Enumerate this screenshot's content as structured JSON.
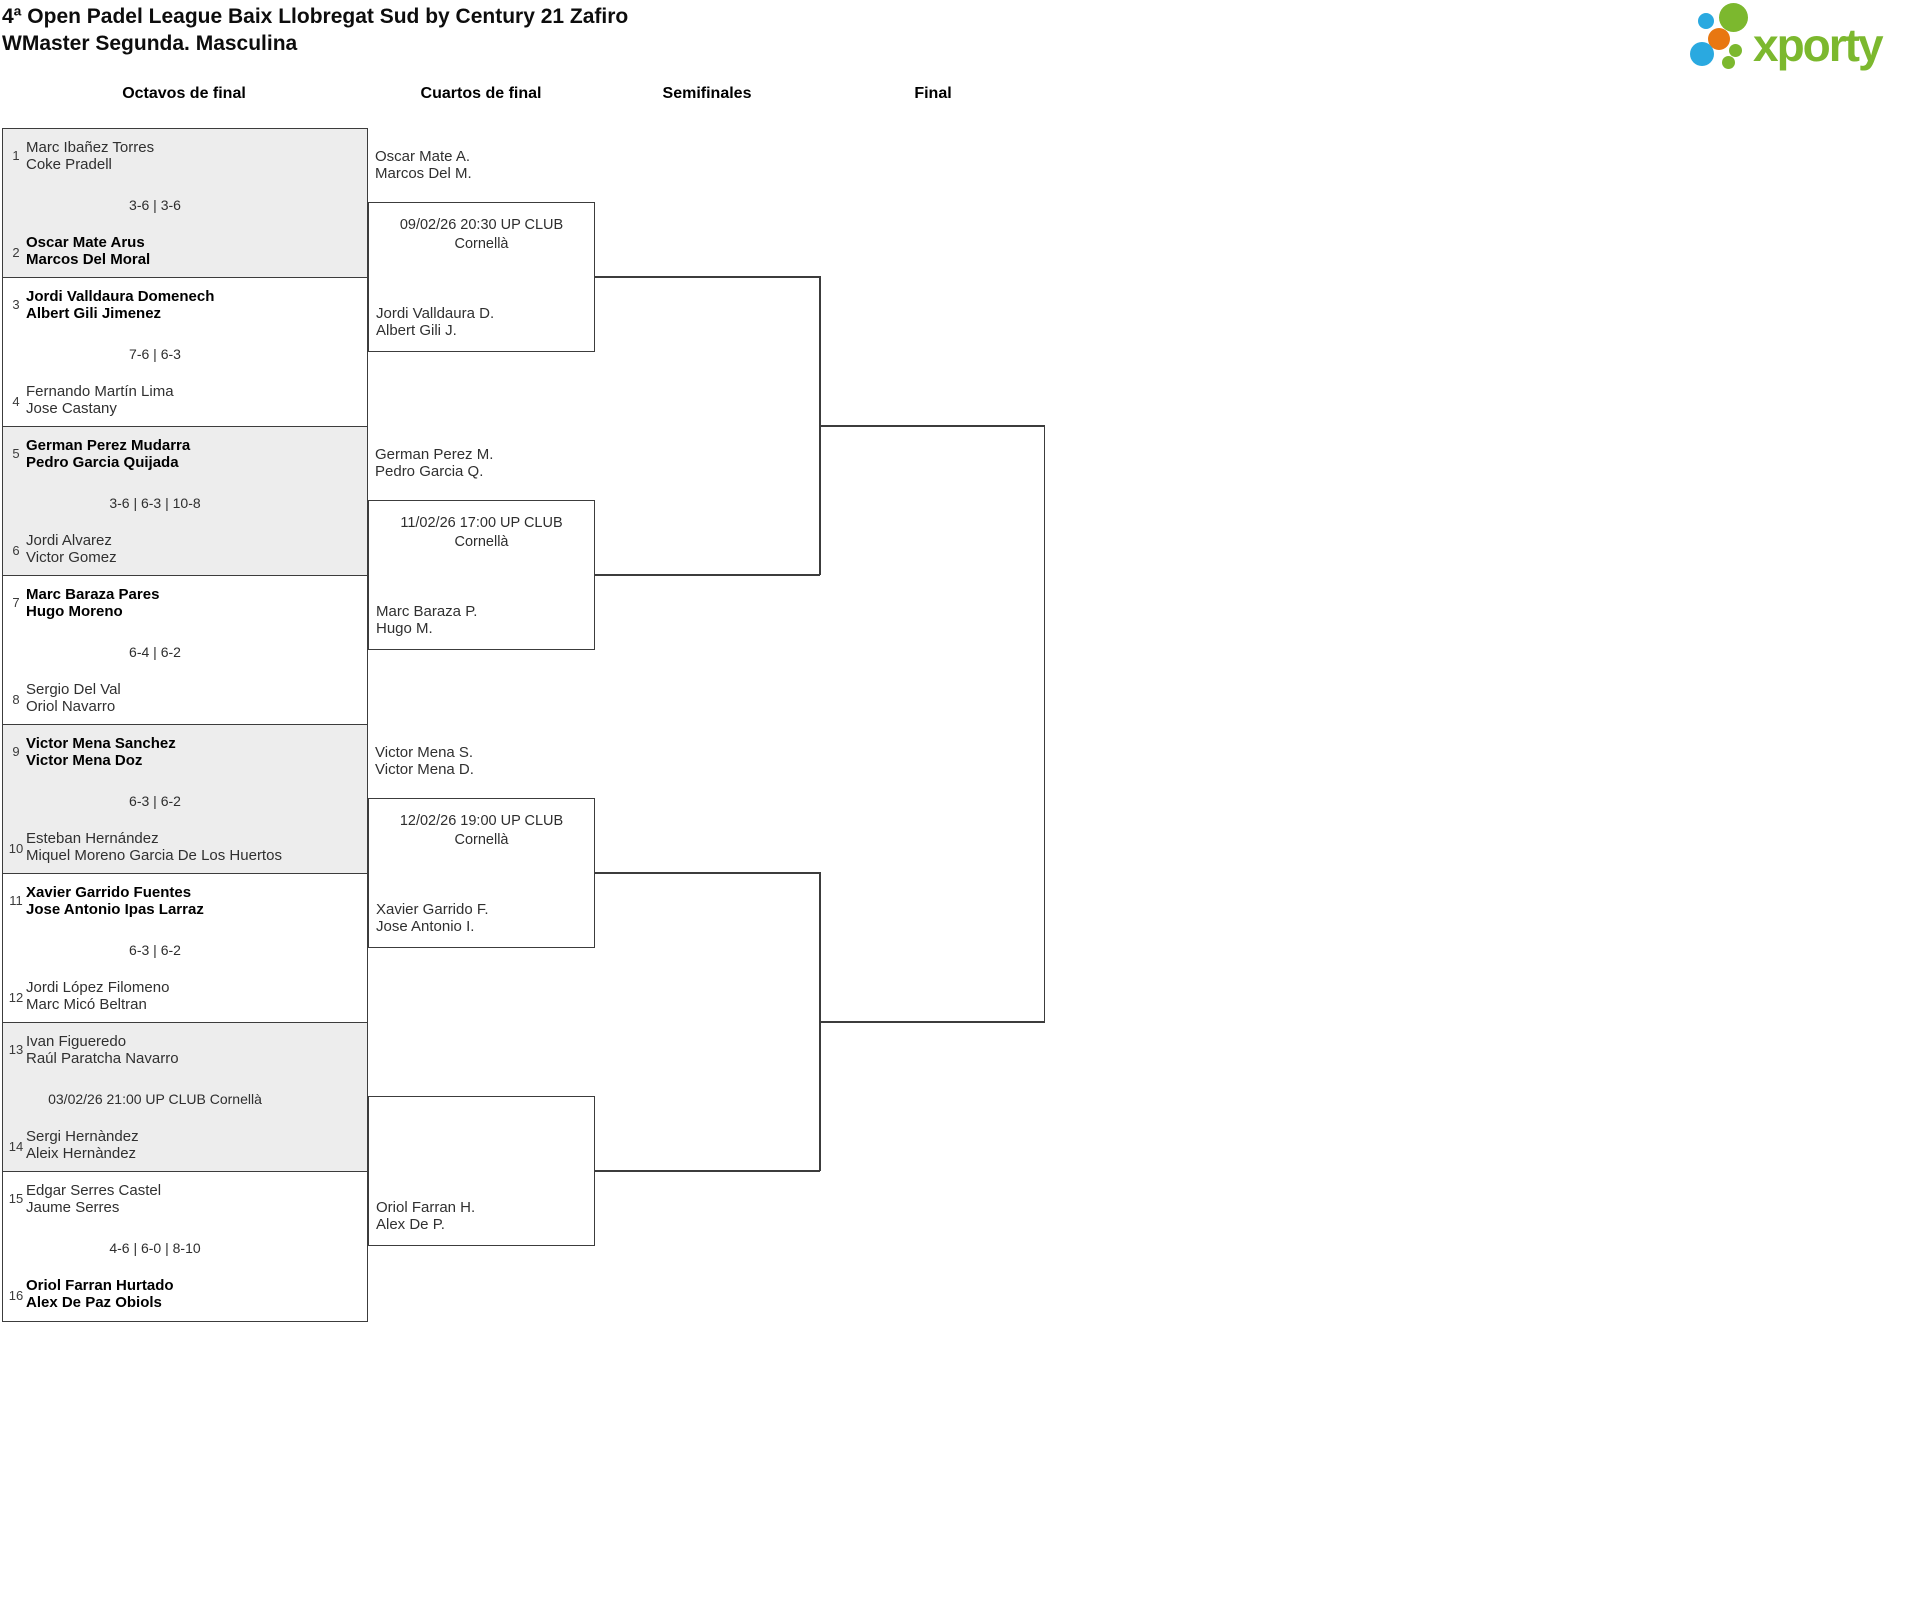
{
  "title": {
    "line1": "4ª Open Padel League Baix Llobregat Sud by Century 21 Zafiro",
    "line2": "WMaster Segunda. Masculina"
  },
  "logo": {
    "name": "xporty"
  },
  "colors": {
    "logo_green": "#7cb82e",
    "logo_blue": "#2aa9e0",
    "logo_orange": "#e87711",
    "line": "#3c3c3c",
    "shaded_row": "#ededed"
  },
  "round_headers": [
    {
      "label": "Octavos de final"
    },
    {
      "label": "Cuartos de final"
    },
    {
      "label": "Semifinales"
    },
    {
      "label": "Final"
    }
  ],
  "octavos": [
    {
      "seed_top": "1",
      "team_top": [
        "Marc Ibañez Torres",
        "Coke Pradell"
      ],
      "top_winner": false,
      "center_text": "3-6 | 3-6",
      "seed_bottom": "2",
      "team_bottom": [
        "Oscar Mate Arus",
        "Marcos Del Moral"
      ],
      "bottom_winner": true,
      "shaded": true
    },
    {
      "seed_top": "3",
      "team_top": [
        "Jordi Valldaura Domenech",
        "Albert Gili Jimenez"
      ],
      "top_winner": true,
      "center_text": "7-6 | 6-3",
      "seed_bottom": "4",
      "team_bottom": [
        "Fernando Martín Lima",
        "Jose Castany"
      ],
      "bottom_winner": false,
      "shaded": false
    },
    {
      "seed_top": "5",
      "team_top": [
        "German Perez Mudarra",
        "Pedro Garcia Quijada"
      ],
      "top_winner": true,
      "center_text": "3-6 | 6-3 | 10-8",
      "seed_bottom": "6",
      "team_bottom": [
        "Jordi Alvarez",
        "Victor Gomez"
      ],
      "bottom_winner": false,
      "shaded": true
    },
    {
      "seed_top": "7",
      "team_top": [
        "Marc Baraza Pares",
        "Hugo Moreno"
      ],
      "top_winner": true,
      "center_text": "6-4 | 6-2",
      "seed_bottom": "8",
      "team_bottom": [
        "Sergio Del Val",
        "Oriol Navarro"
      ],
      "bottom_winner": false,
      "shaded": false
    },
    {
      "seed_top": "9",
      "team_top": [
        "Victor Mena Sanchez",
        "Victor Mena Doz"
      ],
      "top_winner": true,
      "center_text": "6-3 | 6-2",
      "seed_bottom": "10",
      "team_bottom": [
        "Esteban Hernández",
        "Miquel Moreno Garcia De Los Huertos"
      ],
      "bottom_winner": false,
      "shaded": true
    },
    {
      "seed_top": "11",
      "team_top": [
        "Xavier Garrido Fuentes",
        "Jose Antonio Ipas Larraz"
      ],
      "top_winner": true,
      "center_text": "6-3 | 6-2",
      "seed_bottom": "12",
      "team_bottom": [
        "Jordi López Filomeno",
        "Marc Micó Beltran"
      ],
      "bottom_winner": false,
      "shaded": false
    },
    {
      "seed_top": "13",
      "team_top": [
        "Ivan Figueredo",
        "Raúl Paratcha Navarro"
      ],
      "top_winner": false,
      "center_text": "03/02/26 21:00 UP CLUB Cornellà",
      "seed_bottom": "14",
      "team_bottom": [
        "Sergi Hernàndez",
        "Aleix Hernàndez"
      ],
      "bottom_winner": false,
      "shaded": true
    },
    {
      "seed_top": "15",
      "team_top": [
        "Edgar Serres Castel",
        "Jaume Serres"
      ],
      "top_winner": false,
      "center_text": "4-6 | 6-0 | 8-10",
      "seed_bottom": "16",
      "team_bottom": [
        "Oriol Farran Hurtado",
        "Alex De Paz Obiols"
      ],
      "bottom_winner": true,
      "shaded": false
    }
  ],
  "cuartos": [
    {
      "team_top": [
        "Oscar Mate A.",
        "Marcos Del M."
      ],
      "info": [
        "09/02/26 20:30 UP CLUB",
        "Cornellà"
      ],
      "team_bottom": [
        "Jordi Valldaura D.",
        "Albert Gili J."
      ]
    },
    {
      "team_top": [
        "German Perez M.",
        "Pedro Garcia Q."
      ],
      "info": [
        "11/02/26 17:00 UP CLUB",
        "Cornellà"
      ],
      "team_bottom": [
        "Marc Baraza P.",
        "Hugo M."
      ]
    },
    {
      "team_top": [
        "Victor Mena S.",
        "Victor Mena D."
      ],
      "info": [
        "12/02/26 19:00 UP CLUB",
        "Cornellà"
      ],
      "team_bottom": [
        "Xavier Garrido F.",
        "Jose Antonio I."
      ]
    },
    {
      "team_top": [
        "",
        ""
      ],
      "info": [
        "",
        ""
      ],
      "team_bottom": [
        "Oriol Farran H.",
        "Alex De P."
      ]
    }
  ]
}
